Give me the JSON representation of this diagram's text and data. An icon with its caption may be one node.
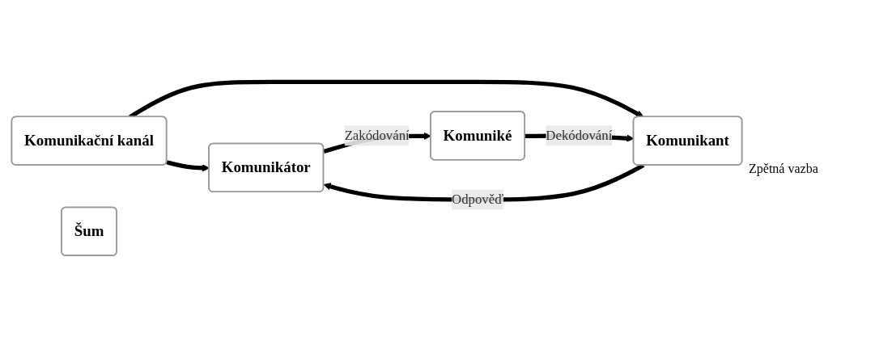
{
  "diagram": {
    "nodes": [
      {
        "text": [
          "Komunikační kanál"
        ]
      },
      {
        "text": [
          "Komunikátor"
        ]
      },
      {
        "text": [
          "Komuniké"
        ]
      },
      {
        "text": [
          "Komunikant"
        ]
      },
      {
        "text": [
          "Šum"
        ]
      }
    ],
    "edges": [
      {
        "from": 0,
        "to": 1,
        "arrow": "to"
      },
      {
        "from": 0,
        "to": 3,
        "arrow": "to"
      },
      {
        "from": 1,
        "to": 2,
        "arrow": "to",
        "label": "Zakódování"
      },
      {
        "from": 2,
        "to": 3,
        "arrow": "to",
        "label": "Dekódování"
      },
      {
        "from": 3,
        "to": 1,
        "arrow": "to",
        "label": "Odpověď"
      }
    ],
    "labels": [
      "Zpětná vazba"
    ]
  }
}
